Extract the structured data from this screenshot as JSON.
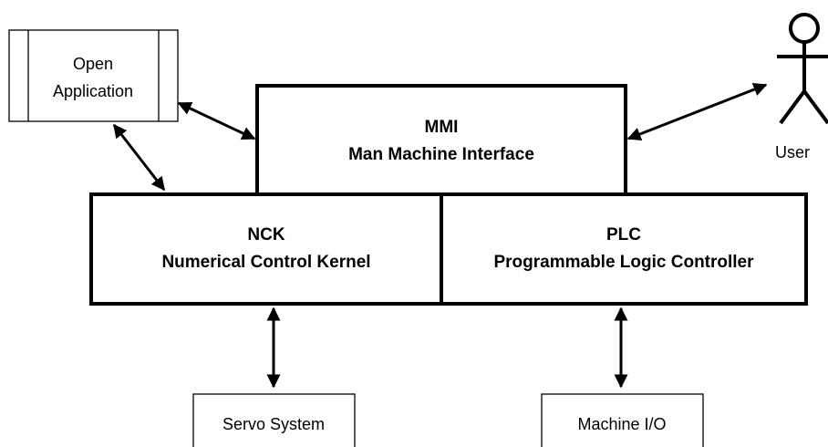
{
  "nodes": {
    "open_application": {
      "line1": "Open",
      "line2": "Application"
    },
    "mmi": {
      "title": "MMI",
      "subtitle": "Man Machine Interface"
    },
    "nck": {
      "title": "NCK",
      "subtitle": "Numerical Control Kernel"
    },
    "plc": {
      "title": "PLC",
      "subtitle": "Programmable Logic Controller"
    },
    "servo": {
      "label": "Servo System"
    },
    "machine_io": {
      "label": "Machine I/O"
    },
    "user": {
      "label": "User"
    }
  },
  "connections": [
    {
      "from": "open_application",
      "to": "mmi",
      "type": "bidirectional"
    },
    {
      "from": "open_application",
      "to": "nck",
      "type": "bidirectional"
    },
    {
      "from": "mmi",
      "to": "user",
      "type": "bidirectional"
    },
    {
      "from": "nck",
      "to": "servo",
      "type": "bidirectional"
    },
    {
      "from": "plc",
      "to": "machine_io",
      "type": "bidirectional"
    }
  ],
  "colors": {
    "stroke": "#000000",
    "fill": "#ffffff"
  }
}
